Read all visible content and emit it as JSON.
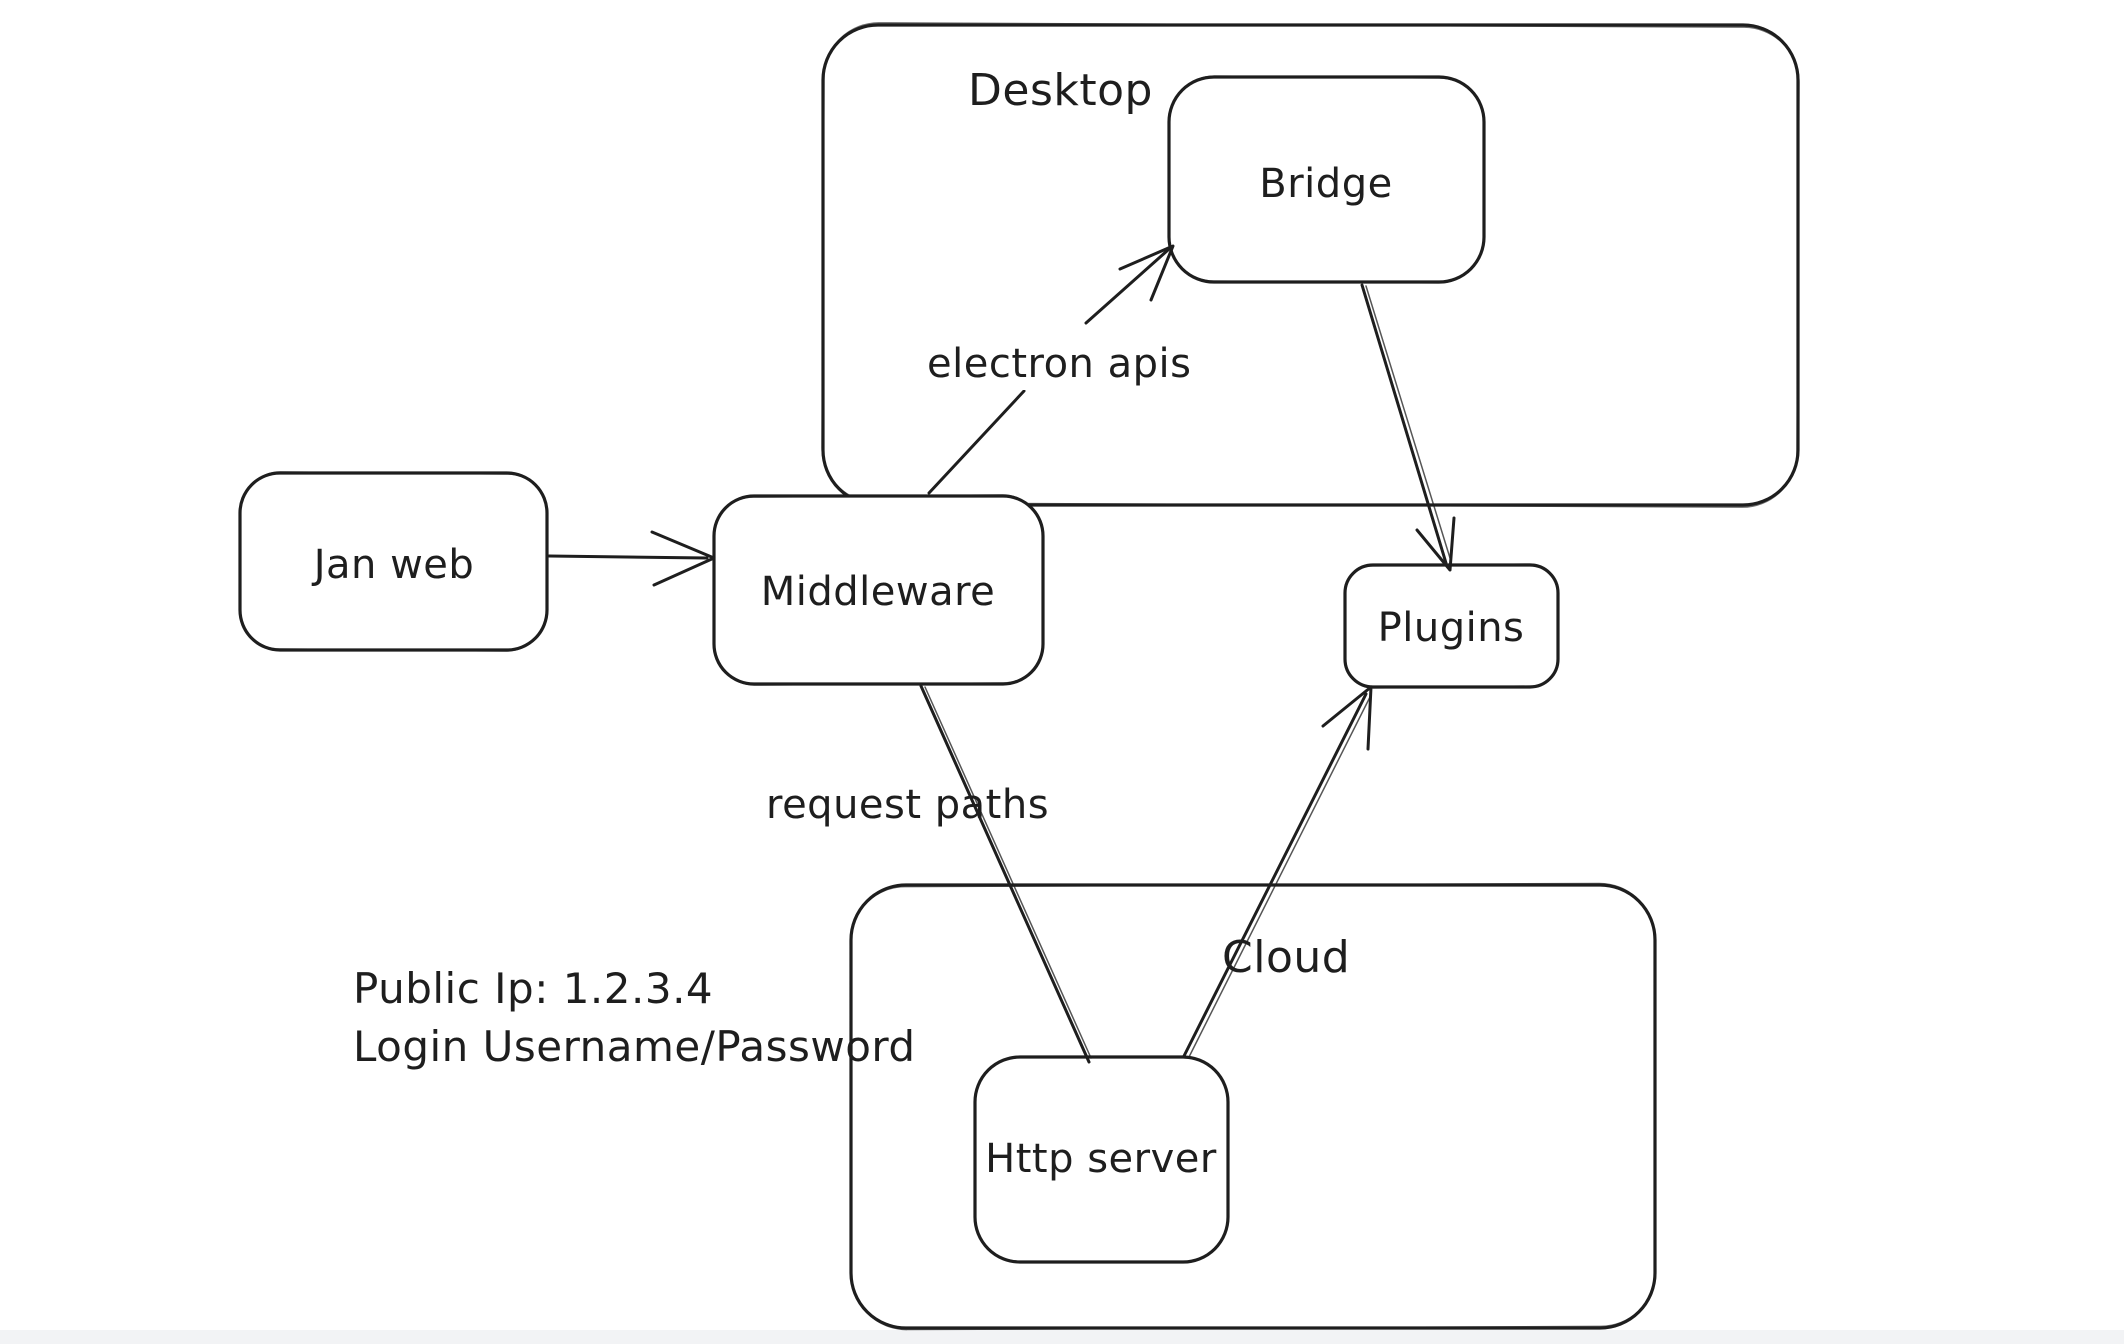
{
  "canvas": {
    "background": "#ffffff",
    "stroke_color": "#1e1e1e",
    "bottom_edge_strip_color": "#f2f3f5"
  },
  "containers": [
    {
      "id": "desktop",
      "label": "Desktop"
    },
    {
      "id": "cloud",
      "label": "Cloud"
    }
  ],
  "nodes": [
    {
      "id": "jan-web",
      "label": "Jan web"
    },
    {
      "id": "middleware",
      "label": "Middleware"
    },
    {
      "id": "bridge",
      "label": "Bridge"
    },
    {
      "id": "plugins",
      "label": "Plugins"
    },
    {
      "id": "http-server",
      "label": "Http server"
    }
  ],
  "edges": [
    {
      "id": "jan-web-to-middleware",
      "from": "Jan web",
      "to": "Middleware",
      "label": ""
    },
    {
      "id": "middleware-to-bridge",
      "from": "Middleware",
      "to": "Bridge",
      "label": "electron apis"
    },
    {
      "id": "bridge-to-plugins",
      "from": "Bridge",
      "to": "Plugins",
      "label": ""
    },
    {
      "id": "middleware-to-http-server",
      "from": "Middleware",
      "to": "Http server",
      "label": "request paths"
    },
    {
      "id": "http-server-to-plugins",
      "from": "Http server",
      "to": "Plugins",
      "label": ""
    }
  ],
  "annotations": [
    "Public Ip: 1.2.3.4",
    "Login Username/Password"
  ]
}
